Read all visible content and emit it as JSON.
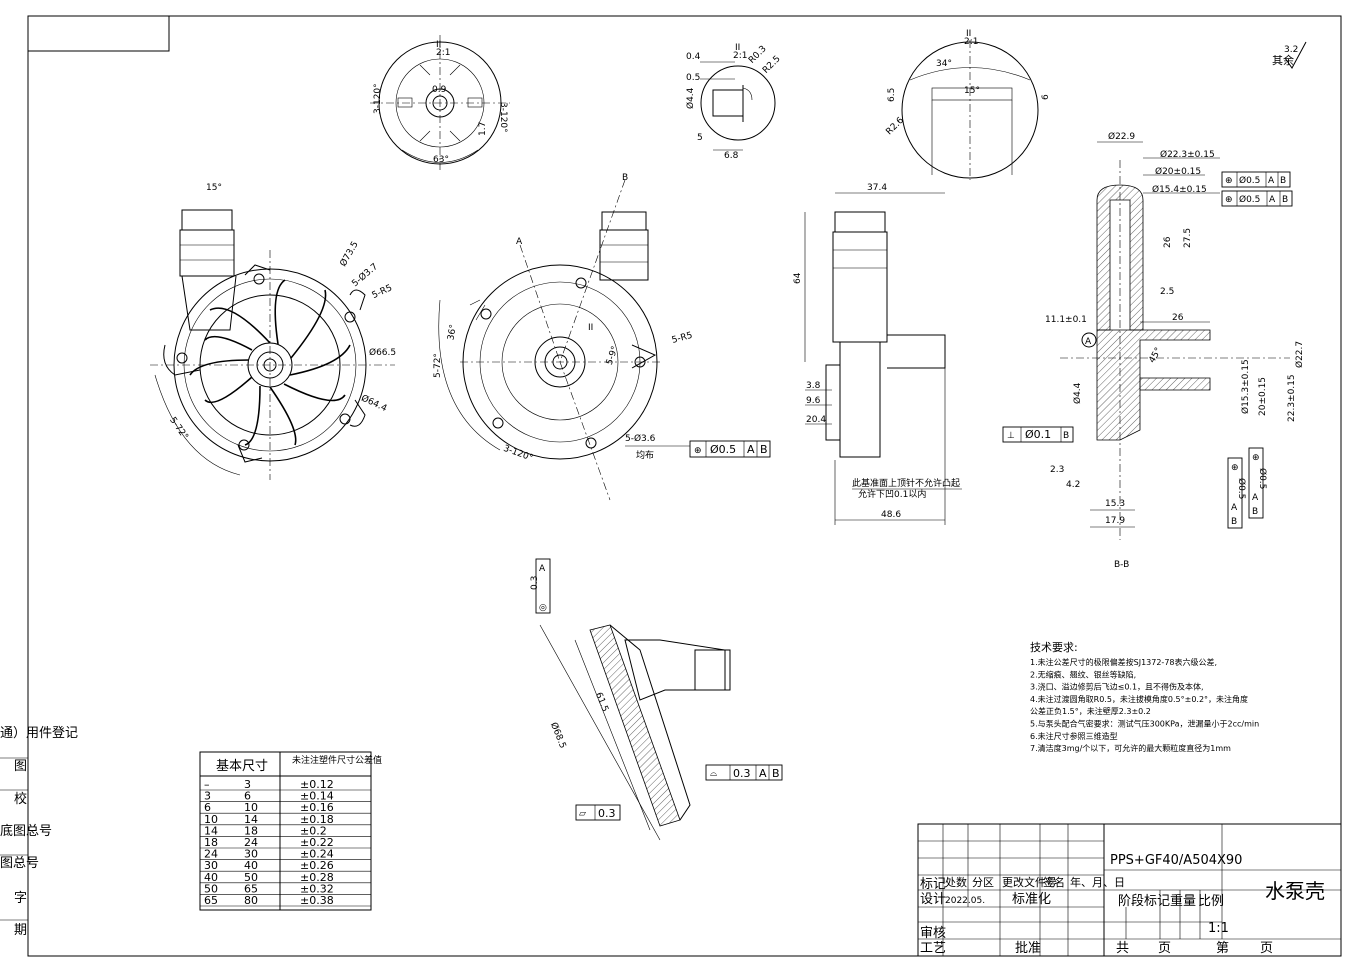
{
  "drawing": {
    "part_name": "水泵壳",
    "material": "PPS+GF40/A504X90",
    "scale": "1:1",
    "date": "2022.05.",
    "section_label": "B-B",
    "roughness_note": "其余",
    "roughness_value": "3.2"
  },
  "left_margin": [
    "通）用件登记",
    "图",
    "校",
    "底图总号",
    "图总号",
    "字",
    "期"
  ],
  "title_block": {
    "row_header": [
      "标记",
      "处数",
      "分区",
      "更改文件号",
      "签名",
      "年、月、日"
    ],
    "design": "设计",
    "standardize": "标准化",
    "stage_labels": [
      "阶段标记",
      "重量",
      "比例"
    ],
    "review": "审核",
    "process": "工艺",
    "approve": "批准",
    "total": "共",
    "page": "页",
    "sheet": "第",
    "sheet_page": "页"
  },
  "tolerance_table": {
    "header_basic": "基本尺寸",
    "header_tol": "未注注塑件尺寸公差值",
    "rows": [
      [
        "–",
        "3",
        "±0.12"
      ],
      [
        "3",
        "6",
        "±0.14"
      ],
      [
        "6",
        "10",
        "±0.16"
      ],
      [
        "10",
        "14",
        "±0.18"
      ],
      [
        "14",
        "18",
        "±0.2"
      ],
      [
        "18",
        "24",
        "±0.22"
      ],
      [
        "24",
        "30",
        "±0.24"
      ],
      [
        "30",
        "40",
        "±0.26"
      ],
      [
        "40",
        "50",
        "±0.28"
      ],
      [
        "50",
        "65",
        "±0.32"
      ],
      [
        "65",
        "80",
        "±0.38"
      ]
    ]
  },
  "tech_requirements": {
    "title": "技术要求:",
    "items": [
      "1.未注公差尺寸的极限偏差按SJ1372-78表六级公差,",
      "2.无缩痕、翘纹、银丝等缺陷,",
      "3.浇口、溢边修剪后飞边≤0.1，且不得伤及本体,",
      "4.未注过渡圆角取R0.5，未注拔模角度0.5°±0.2°，未注角度",
      "公差正负1.5°，未注壁厚2.3±0.2",
      "5.与泵头配合气密要求：测试气压300KPa，泄漏量小于2cc/min",
      "6.未注尺寸参照三维造型",
      "7.清洁度3mg/个以下，可允许的最大颗粒度直径为1mm"
    ]
  },
  "annotations": {
    "note_top_surface": "此基准面上顶针不允许凸起",
    "note_allow": "允许下凹0.1以内",
    "even": "均布",
    "detail_ratio": "2:1",
    "detail_label": "II"
  },
  "dimensions": {
    "d37_4": "37.4",
    "d64": "64",
    "d3_8": "3.8",
    "d9_6": "9.6",
    "d20_4": "20.4",
    "d48_6": "48.6",
    "d22_9": "Ø22.9",
    "d22_3": "Ø22.3±0.15",
    "d20": "Ø20±0.15",
    "d15_4": "Ø15.4±0.15",
    "d26a": "26",
    "d27_5": "27.5",
    "d2_5": "2.5",
    "d11_1": "11.1±0.1",
    "d26b": "26",
    "d22_7": "Ø22.7",
    "d45": "45°",
    "d2_3": "2.3",
    "d4_2": "4.2",
    "d15_3": "15.3",
    "d17_9": "17.9",
    "d15_3v": "Ø15.3±0.15",
    "d20v": "20±0.15",
    "d22_3v": "22.3±0.15",
    "d4_4": "Ø4.4",
    "d73_5": "Ø73.5",
    "d5_3_7": "5-Ø3.7",
    "d5_r5": "5-R5",
    "d66_5": "Ø66.5",
    "d64_4": "Ø64.4",
    "d15deg": "15°",
    "d5_72a": "5-72°",
    "d5_72b": "5-72°",
    "d36": "36°",
    "d5_r5b": "5-R5",
    "d5_3_6": "5-Ø3.6",
    "d3_120": "3-120°",
    "d3_120a": "3-120°",
    "d3_120b": "3-120°",
    "d63": "63°",
    "d0_9": "0.9",
    "d1_7": "1.7",
    "d0_4": "0.4",
    "d0_5": "0.5",
    "d5": "5",
    "d6_8": "6.8",
    "d_r0_3": "R0.3",
    "d_r2_5": "R2.5",
    "d4_4b": "Ø4.4",
    "d34": "34°",
    "d15b": "15°",
    "d6_5": "6.5",
    "d6": "6",
    "d_r2_6": "R2.6",
    "d61_5": "61.5",
    "d68_5": "Ø68.5",
    "d_5_9": "5-9°"
  },
  "gdt": {
    "f1": [
      "⊕",
      "Ø0.5",
      "A",
      "B"
    ],
    "f2": [
      "⊕",
      "Ø0.5",
      "A",
      "B"
    ],
    "f3": [
      "⊕",
      "Ø0.5",
      "A",
      "B"
    ],
    "f4": [
      "⊥",
      "Ø0.1",
      "B"
    ],
    "f5": [
      "◎",
      "0.3",
      "A"
    ],
    "f6": [
      "⌓",
      "0.3",
      "A",
      "B"
    ],
    "f7": [
      "▱",
      "0.3"
    ],
    "f8": [
      "⊕",
      "Ø0.5",
      "A",
      "B"
    ],
    "f9": [
      "⊕",
      "Ø0.5",
      "A",
      "B"
    ],
    "datum_a": "A",
    "datum_b": "B"
  }
}
